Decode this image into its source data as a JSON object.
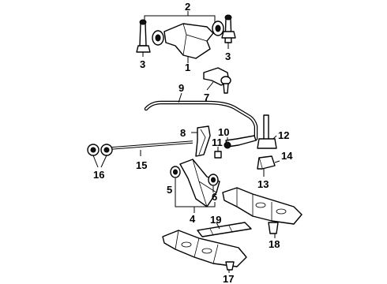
{
  "callouts": {
    "c1": "1",
    "c2": "2",
    "c3a": "3",
    "c3b": "3",
    "c4": "4",
    "c5": "5",
    "c6": "6",
    "c7": "7",
    "c8": "8",
    "c9": "9",
    "c10": "10",
    "c11": "11",
    "c12": "12",
    "c13": "13",
    "c14": "14",
    "c15": "15",
    "c16": "16",
    "c17": "17",
    "c18": "18",
    "c19": "19"
  }
}
